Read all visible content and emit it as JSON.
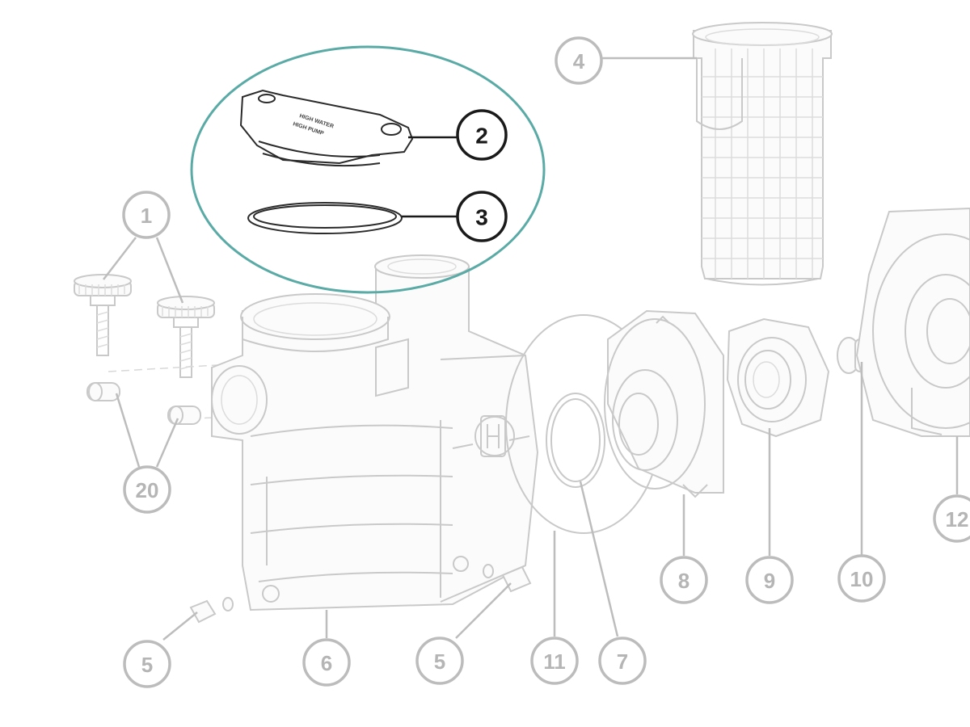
{
  "diagram": {
    "highlight_color": "#5aaaa6",
    "faded_color": "#bcbcbc",
    "dark_color": "#1a1a1a",
    "callouts": {
      "c1": "1",
      "c2": "2",
      "c3": "3",
      "c4": "4",
      "c5a": "5",
      "c5b": "5",
      "c6": "6",
      "c7": "7",
      "c8": "8",
      "c9": "9",
      "c10": "10",
      "c11": "11",
      "c12": "12",
      "c20": "20"
    }
  }
}
